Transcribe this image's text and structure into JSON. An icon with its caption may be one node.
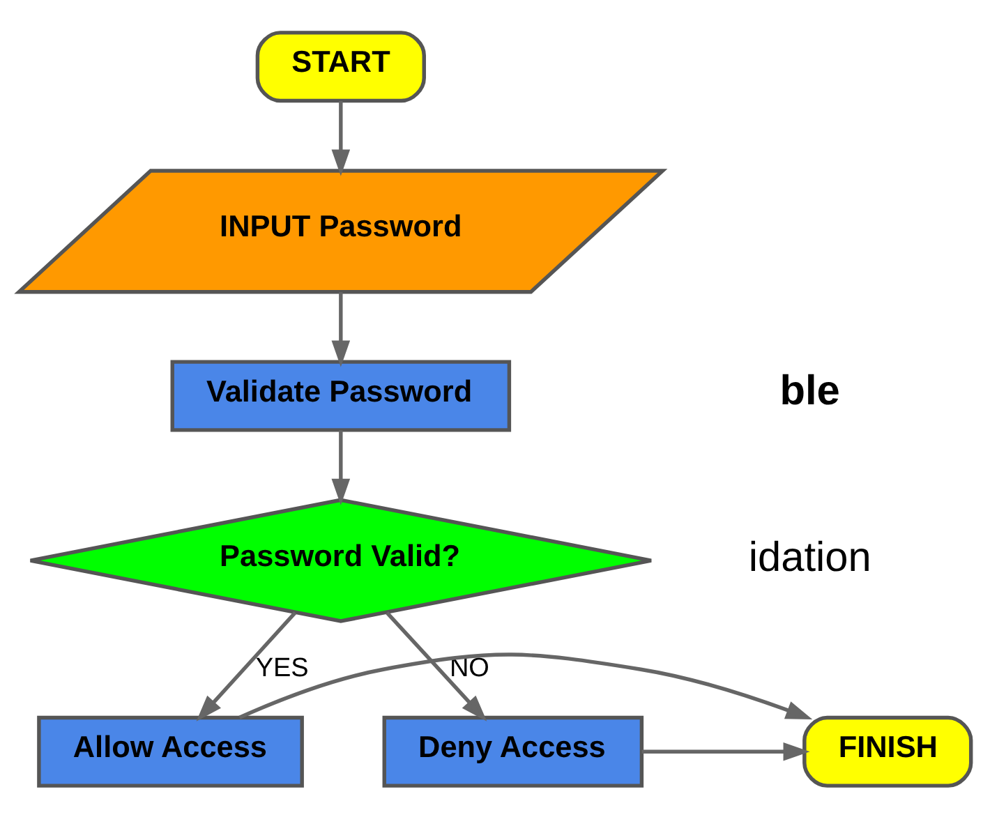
{
  "diagram": {
    "nodes": [
      {
        "text": [
          "START"
        ]
      },
      {
        "text": [
          "INPUT Password"
        ]
      },
      {
        "text": [
          "Validate Password"
        ]
      },
      {
        "text": [
          "Password Valid?"
        ]
      },
      {
        "text": [
          "Allow Access"
        ]
      },
      {
        "text": [
          "FINISH"
        ]
      },
      {
        "text": [
          "Deny Access"
        ]
      }
    ],
    "edges": [
      {
        "from": 0,
        "to": 1,
        "arrow": "to"
      },
      {
        "from": 1,
        "to": 2,
        "arrow": "to"
      },
      {
        "from": 2,
        "to": 3,
        "arrow": "to"
      },
      {
        "from": 3,
        "to": 4,
        "arrow": "to",
        "label": "YES"
      },
      {
        "from": 3,
        "to": 6,
        "arrow": "to",
        "label": "NO"
      },
      {
        "from": 4,
        "to": 5,
        "arrow": "to"
      },
      {
        "from": 6,
        "to": 5,
        "arrow": "to"
      }
    ],
    "labels": [
      "ble",
      "idation"
    ]
  }
}
